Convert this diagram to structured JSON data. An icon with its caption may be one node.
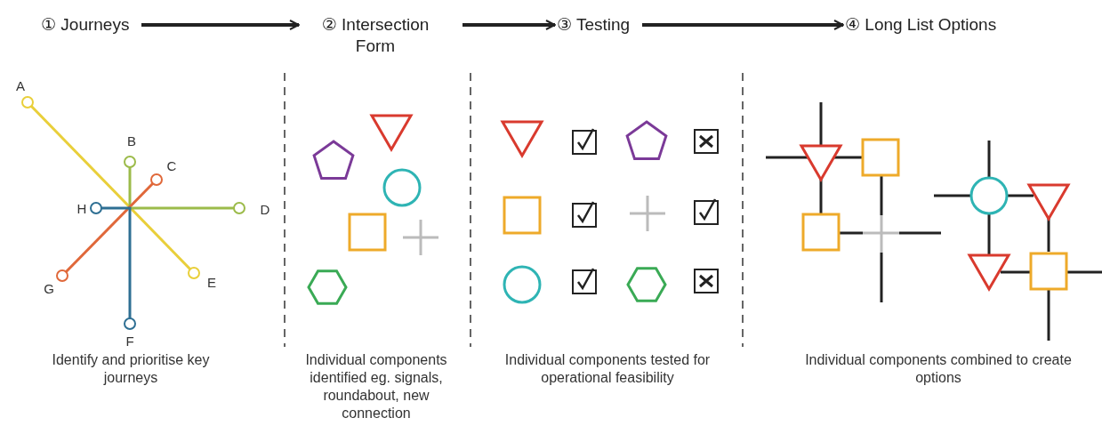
{
  "diagram": {
    "nodes": [
      {
        "text": [
          "① Journeys"
        ]
      },
      {
        "text": [
          "② Intersection Form"
        ]
      },
      {
        "text": [
          "③ Testing"
        ]
      },
      {
        "text": [
          "④ Long List Options"
        ]
      }
    ],
    "edges": [
      {
        "from": 0,
        "to": 1,
        "arrow": "to"
      },
      {
        "from": 1,
        "to": 2,
        "arrow": "to"
      },
      {
        "from": 2,
        "to": 3,
        "arrow": "to"
      }
    ],
    "labels": [
      "A",
      "B",
      "C",
      "H",
      "D",
      "G",
      "E",
      "F",
      "Identify and prioritise key journeys",
      "Individual components identified eg. signals, roundabout, new connection",
      "Individual components tested for operational feasibility",
      "Individual components combined to create options"
    ]
  }
}
